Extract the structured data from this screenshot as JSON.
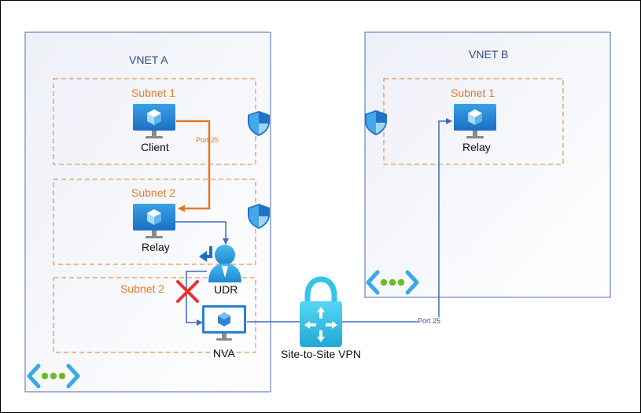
{
  "diagram": {
    "vnet_a": {
      "title": "VNET A"
    },
    "vnet_b": {
      "title": "VNET B"
    },
    "vnet_a_subnets": [
      "Subnet 1",
      "Subnet 2",
      "Subnet 2"
    ],
    "vnet_b_subnets": [
      "Subnet 1"
    ],
    "nodes": {
      "client": "Client",
      "relay_a": "Relay",
      "relay_b": "Relay",
      "udr": "UDR",
      "nva": "NVA",
      "vpn": "Site-to-Site VPN"
    },
    "connections": {
      "client_to_relay": "Port 25",
      "vpn_to_relay_b": "Port 25"
    },
    "icons": [
      "vm-monitor-icon",
      "nsg-shield-icon",
      "user-icon",
      "route-arrow-icon",
      "blocked-x-icon",
      "vpn-gateway-lock-icon",
      "vnet-peering-icon"
    ],
    "colors": {
      "vnet_border": "#4a6db3",
      "subnet_border": "#e07b28",
      "vm_blue": "#2a8ad4",
      "flow_orange": "#e07b28",
      "flow_blue": "#3e6bc0",
      "blocked_red": "#e8322b",
      "vpn_cyan": "#2fc2e8",
      "peering_green": "#6cbb2a"
    }
  }
}
